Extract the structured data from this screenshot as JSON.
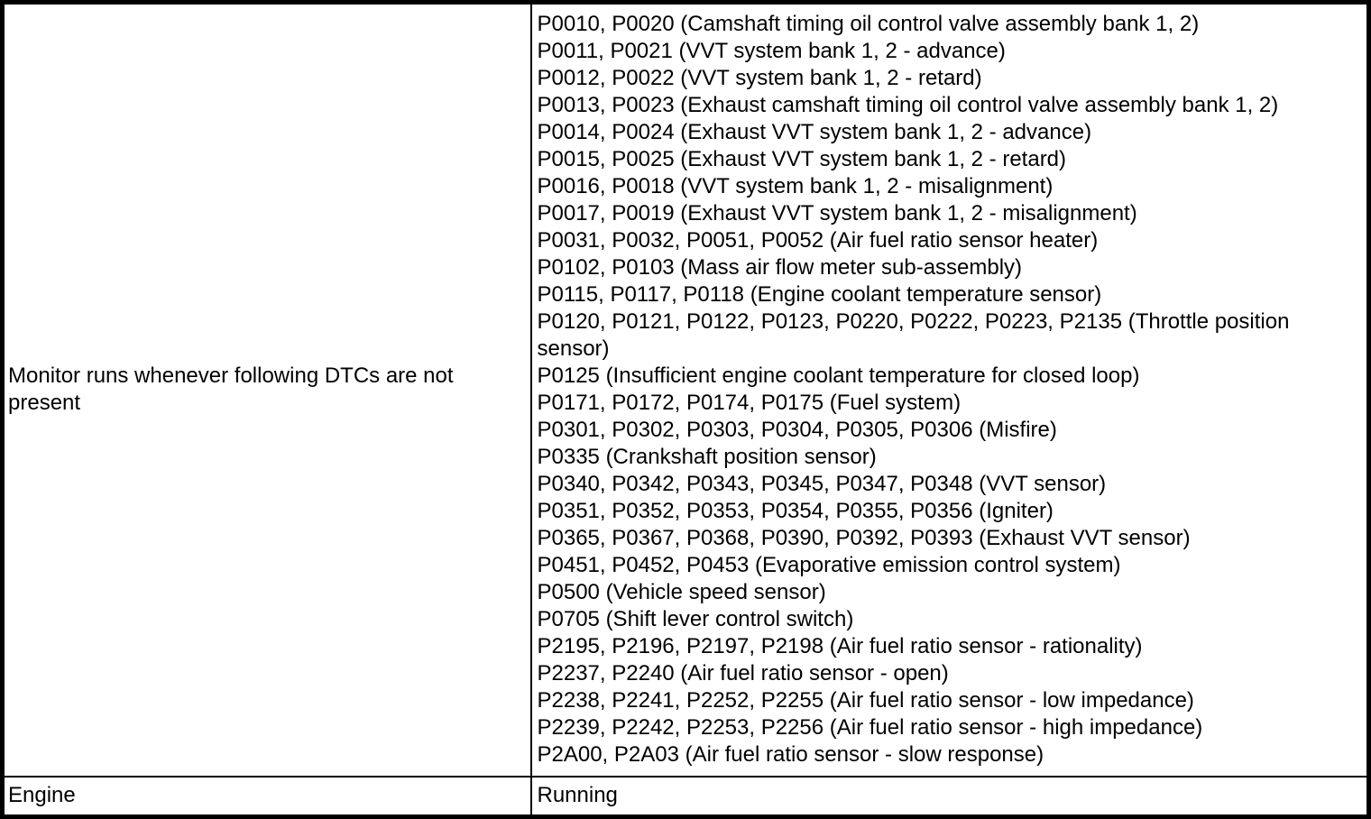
{
  "colors": {
    "border": "#000000",
    "text": "#000000",
    "background": "#ffffff"
  },
  "table": {
    "monitor_row": {
      "condition": "Monitor runs whenever following DTCs are not present",
      "dtc_lines": [
        "P0010, P0020 (Camshaft timing oil control valve assembly bank 1, 2)",
        "P0011, P0021 (VVT system bank 1, 2 - advance)",
        "P0012, P0022 (VVT system bank 1, 2 - retard)",
        "P0013, P0023 (Exhaust camshaft timing oil control valve assembly bank 1, 2)",
        "P0014, P0024 (Exhaust VVT system bank 1, 2 - advance)",
        "P0015, P0025 (Exhaust VVT system bank 1, 2 - retard)",
        "P0016, P0018 (VVT system bank 1, 2 - misalignment)",
        "P0017, P0019 (Exhaust VVT system bank 1, 2 - misalignment)",
        "P0031, P0032, P0051, P0052 (Air fuel ratio sensor heater)",
        "P0102, P0103 (Mass air flow meter sub-assembly)",
        "P0115, P0117, P0118 (Engine coolant temperature sensor)",
        "P0120, P0121, P0122, P0123, P0220, P0222, P0223, P2135 (Throttle position sensor)",
        "P0125 (Insufficient engine coolant temperature for closed loop)",
        "P0171, P0172, P0174, P0175 (Fuel system)",
        "P0301, P0302, P0303, P0304, P0305, P0306 (Misfire)",
        "P0335 (Crankshaft position sensor)",
        "P0340, P0342, P0343, P0345, P0347, P0348 (VVT sensor)",
        "P0351, P0352, P0353, P0354, P0355, P0356 (Igniter)",
        "P0365, P0367, P0368, P0390, P0392, P0393 (Exhaust VVT sensor)",
        "P0451, P0452, P0453 (Evaporative emission control system)",
        "P0500 (Vehicle speed sensor)",
        "P0705 (Shift lever control switch)",
        "P2195, P2196, P2197, P2198 (Air fuel ratio sensor - rationality)",
        "P2237, P2240 (Air fuel ratio sensor - open)",
        "P2238, P2241, P2252, P2255 (Air fuel ratio sensor - low impedance)",
        "P2239, P2242, P2253, P2256 (Air fuel ratio sensor - high impedance)",
        "P2A00, P2A03 (Air fuel ratio sensor - slow response)"
      ]
    },
    "engine_row": {
      "label": "Engine",
      "value": "Running"
    }
  }
}
